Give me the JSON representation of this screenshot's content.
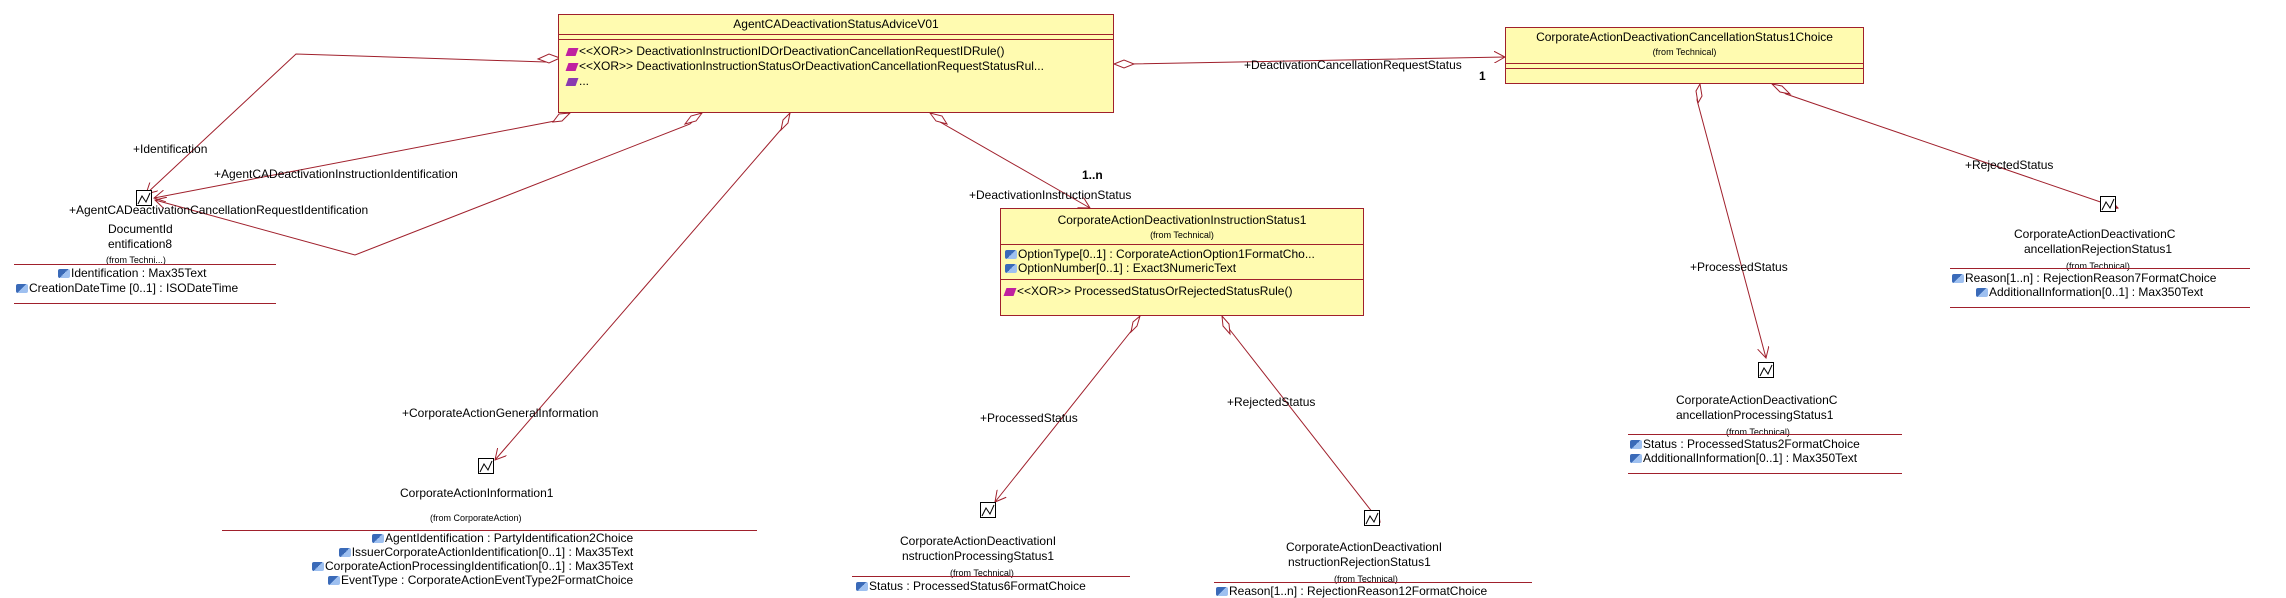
{
  "main_class": {
    "name": "AgentCADeactivationStatusAdviceV01",
    "ops": [
      "<<XOR>> DeactivationInstructionIDOrDeactivationCancellationRequestIDRule()",
      "<<XOR>> DeactivationInstructionStatusOrDeactivationCancellationRequestStatusRul..."
    ],
    "more": "..."
  },
  "cancel_choice": {
    "name": "CorporateActionDeactivationCancellationStatus1Choice",
    "from": "(from Technical)"
  },
  "instr_status": {
    "name": "CorporateActionDeactivationInstructionStatus1",
    "from": "(from Technical)",
    "attrs": [
      "OptionType[0..1] : CorporateActionOption1FormatCho...",
      "OptionNumber[0..1] : Exact3NumericText"
    ],
    "ops": [
      "<<XOR>> ProcessedStatusOrRejectedStatusRule()"
    ]
  },
  "doc_id": {
    "name_lines": [
      "DocumentId",
      "entification8"
    ],
    "from": "(from Techni...)",
    "attrs": [
      "Identification : Max35Text",
      "CreationDateTime [0..1] : ISODateTime"
    ]
  },
  "ca_info": {
    "name": "CorporateActionInformation1",
    "from": "(from CorporateAction)",
    "attrs": [
      "AgentIdentification : PartyIdentification2Choice",
      "IssuerCorporateActionIdentification[0..1] : Max35Text",
      "CorporateActionProcessingIdentification[0..1] : Max35Text",
      "EventType : CorporateActionEventType2FormatChoice"
    ]
  },
  "instr_processing": {
    "name_lines": [
      "CorporateActionDeactivationI",
      "nstructionProcessingStatus1"
    ],
    "from": "(from Technical)",
    "attrs": [
      "Status : ProcessedStatus6FormatChoice"
    ]
  },
  "instr_rejection": {
    "name_lines": [
      "CorporateActionDeactivationI",
      "nstructionRejectionStatus1"
    ],
    "from": "(from Technical)",
    "attrs": [
      "Reason[1..n] : RejectionReason12FormatChoice"
    ]
  },
  "cancel_processing": {
    "name_lines": [
      "CorporateActionDeactivationC",
      "ancellationProcessingStatus1"
    ],
    "from": "(from Technical)",
    "attrs": [
      "Status : ProcessedStatus2FormatChoice",
      "AdditionalInformation[0..1] : Max350Text"
    ]
  },
  "cancel_rejection": {
    "name_lines": [
      "CorporateActionDeactivationC",
      "ancellationRejectionStatus1"
    ],
    "from": "(from Technical)",
    "attrs": [
      "Reason[1..n] : RejectionReason7FormatChoice",
      "AdditionalInformation[0..1] : Max350Text"
    ]
  },
  "roles": {
    "identification": "+Identification",
    "agent_instr_id": "+AgentCADeactivationInstructionIdentification",
    "agent_cancel_id": "+AgentCADeactivationCancellationRequestIdentification",
    "deact_cancel_req_status": "+DeactivationCancellationRequestStatus",
    "deact_instr_status": "+DeactivationInstructionStatus",
    "ca_general_info": "+CorporateActionGeneralInformation",
    "processed_status_1": "+ProcessedStatus",
    "rejected_status_1": "+RejectedStatus",
    "processed_status_2": "+ProcessedStatus",
    "rejected_status_2": "+RejectedStatus"
  },
  "multiplicities": {
    "one": "1",
    "one_n": "1..n"
  },
  "colors": {
    "class_fill": "#fffbb0",
    "line": "#a0202c"
  }
}
